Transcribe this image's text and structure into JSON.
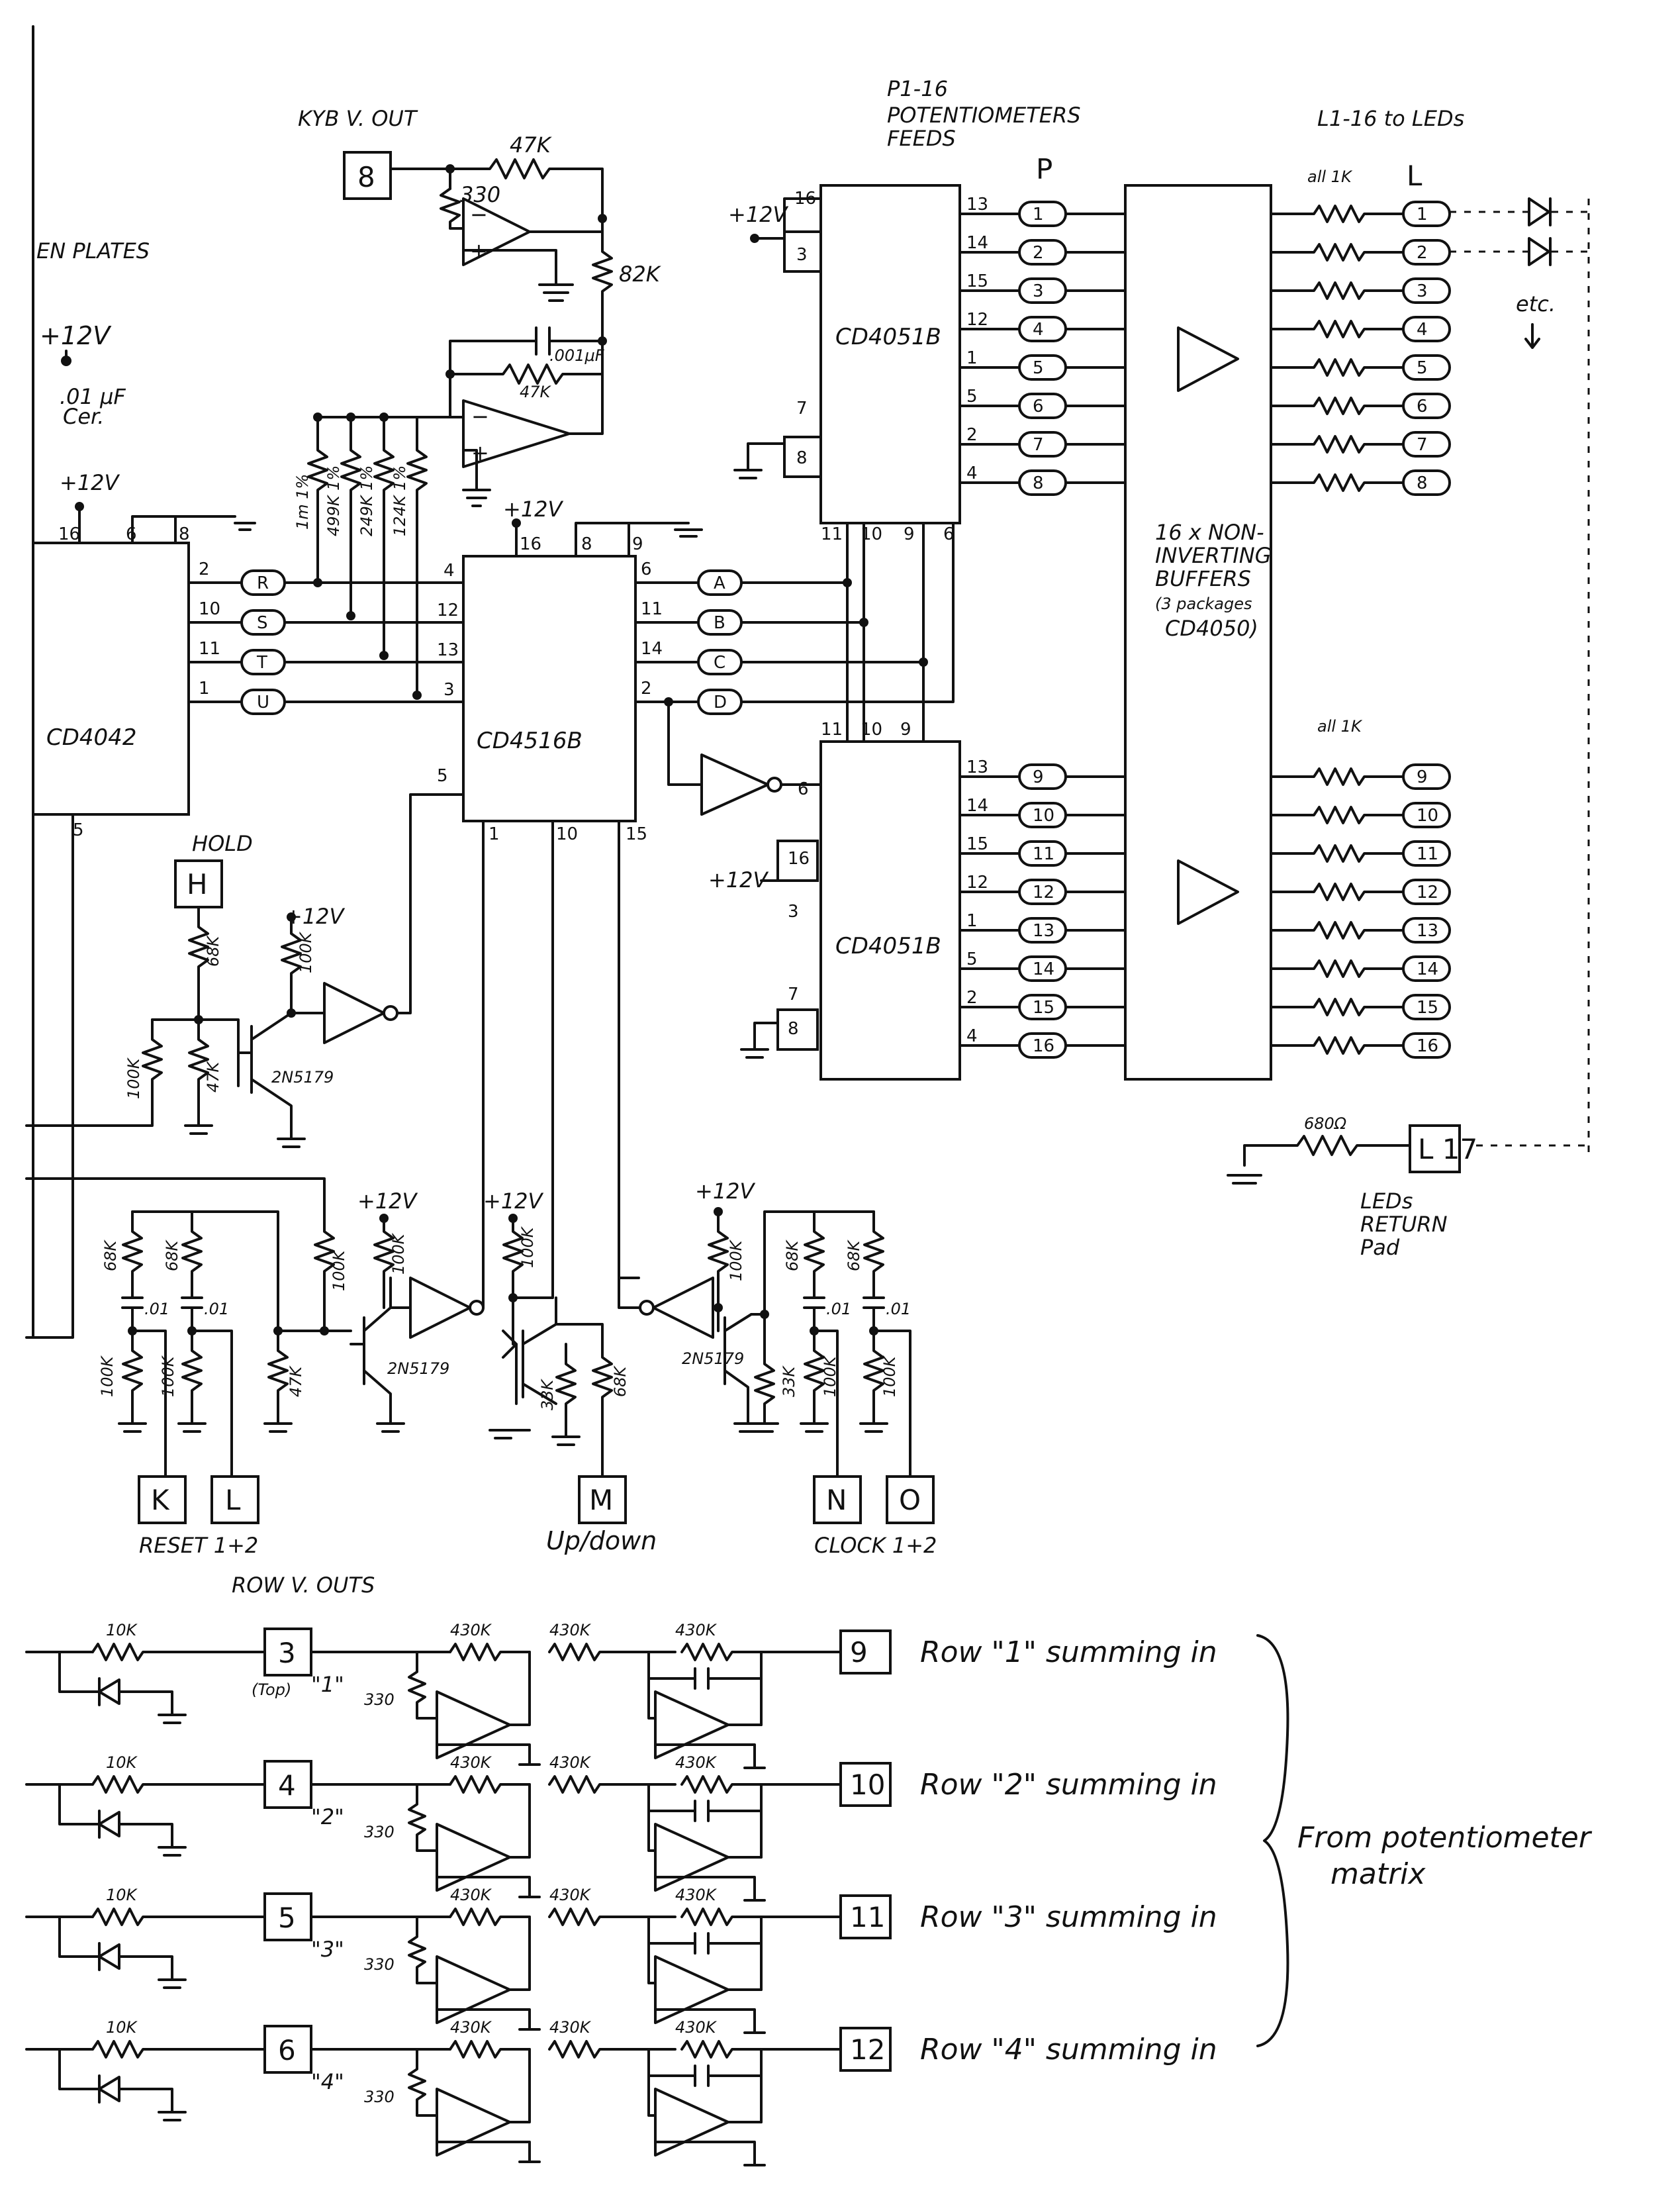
{
  "labels": {
    "kyb_vout": "KYB V. OUT",
    "p_title": "P1-16",
    "p_sub1": "POTENTIOMETERS",
    "p_sub2": "FEEDS",
    "l_title": "L1-16 to LEDs",
    "en_plates": "EN PLATES",
    "plus12": "+12V",
    "cap01": ".01 μF",
    "cer": "Cer.",
    "etc": "etc.",
    "all1k_a": "all 1K",
    "all1k_b": "all 1K",
    "hold": "HOLD",
    "reset": "RESET 1+2",
    "updown": "Up/down",
    "clock": "CLOCK 1+2",
    "row_vouts": "ROW V. OUTS",
    "top": "(Top)",
    "leds_return_1": "LEDs",
    "leds_return_2": "RETURN",
    "leds_return_3": "Pad",
    "from_pot_1": "From potentiometer",
    "from_pot_2": "matrix",
    "buffers_1": "16 x NON-",
    "buffers_2": "INVERTING",
    "buffers_3": "BUFFERS",
    "buffers_4": "(3 packages",
    "buffers_5": "CD4050)",
    "r680": "680Ω"
  },
  "chips": {
    "u1": "CD4051B",
    "u2": "CD4516B",
    "u3": "CD4042",
    "u4": "CD4051B"
  },
  "pads": {
    "p8": "8",
    "H": "H",
    "K": "K",
    "L": "L",
    "M": "M",
    "N": "N",
    "O": "O",
    "p3": "3",
    "p4": "4",
    "p5": "5",
    "p6": "6",
    "p9": "9",
    "p10": "10",
    "p11": "11",
    "p12": "12",
    "L17": "L 17",
    "P": "P",
    "Lhead": "L"
  },
  "bus": [
    "R",
    "S",
    "T",
    "U",
    "A",
    "B",
    "C",
    "D"
  ],
  "pots_top": [
    "1",
    "2",
    "3",
    "4",
    "5",
    "6",
    "7",
    "8"
  ],
  "pots_bot": [
    "9",
    "10",
    "11",
    "12",
    "13",
    "14",
    "15",
    "16"
  ],
  "mux_pins": [
    "13",
    "14",
    "15",
    "12",
    "1",
    "5",
    "2",
    "4"
  ],
  "rows": [
    {
      "pad": "3",
      "q": "\"1\"",
      "text": "Row \"1\" summing in",
      "out": "9"
    },
    {
      "pad": "4",
      "q": "\"2\"",
      "text": "Row \"2\" summing in",
      "out": "10"
    },
    {
      "pad": "5",
      "q": "\"3\"",
      "text": "Row \"3\" summing in",
      "out": "11"
    },
    {
      "pad": "6",
      "q": "\"4\"",
      "text": "Row \"4\" summing in",
      "out": "12"
    }
  ],
  "values": {
    "r47k": "47K",
    "r330": "330",
    "r82k": "82K",
    "c001": ".001μF",
    "r47k2": "47K",
    "r1m": "1m 1%",
    "r499k": "499K 1%",
    "r249k": "249K 1%",
    "r124k": "124K 1%",
    "r68k": "68K",
    "r100k": "100K",
    "r47k3": "47K",
    "q": "2N5179",
    "r10k": "10K",
    "r430k": "430K",
    "r33k": "33K",
    "c01": ".01"
  }
}
